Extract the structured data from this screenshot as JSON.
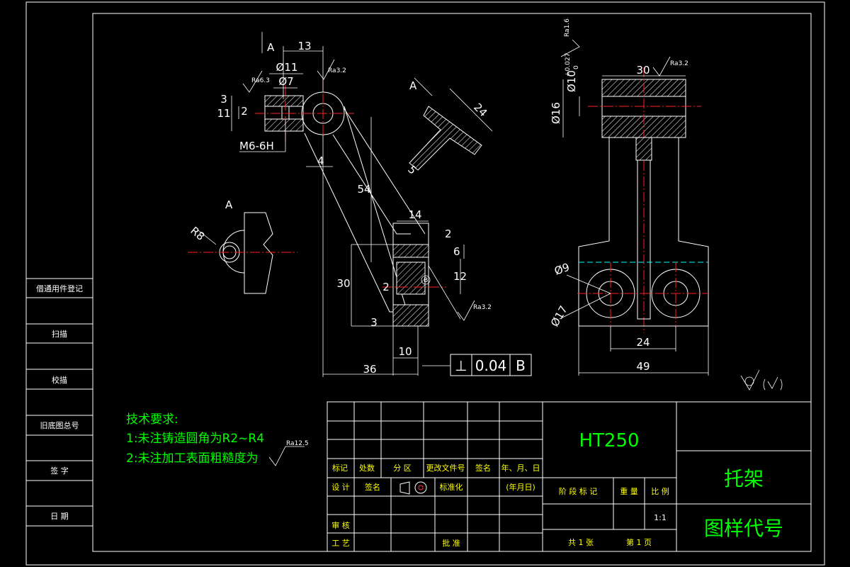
{
  "tech_requirements": {
    "title": "技术要求:",
    "line1": "1:未注铸造圆角为R2~R4",
    "line2": "2:未注加工表面粗糙度为",
    "roughness_note": "Ra12.5"
  },
  "side_labels": [
    "借通用件登记",
    "扫描",
    "校描",
    "旧底图总号",
    "签 字",
    "日 期"
  ],
  "title_block": {
    "material": "HT250",
    "part_name": "托架",
    "drawing_code": "图样代号",
    "scale": "1:1",
    "sheet_total": "共 1 张",
    "sheet_no": "第 1 页",
    "headers": {
      "mark": "标记",
      "count": "处数",
      "zone": "分 区",
      "change_doc": "更改文件号",
      "signature": "签名",
      "date": "年、月、日",
      "design": "设 计",
      "sign2": "签名",
      "standard": "标准化",
      "date2": "(年月日)",
      "stage": "阶 段 标 记",
      "weight": "重 量",
      "scale_label": "比 例",
      "review": "审 核",
      "process": "工 艺",
      "approve": "批 准"
    }
  },
  "views": {
    "section_label_a": "A",
    "view_label_a": "A",
    "section_a_mark": "A"
  },
  "dimensions": {
    "d13": "13",
    "d11dia": "Ø11",
    "d7dia": "Ø7",
    "d3": "3",
    "d11": "11",
    "d2": "2",
    "m6": "M6-6H",
    "d4": "4",
    "d54": "54",
    "d14": "14",
    "d2b": "2",
    "d6": "6",
    "d30": "30",
    "d12": "12",
    "d2c": "2",
    "d3b": "3",
    "d10": "10",
    "d36": "36",
    "d24": "24",
    "d5": "5",
    "r8": "R8",
    "d30top": "30",
    "d10tol": "Ø10",
    "tol_upper": "+0.027",
    "tol_lower": "0",
    "d16dia": "Ø16",
    "d9dia": "Ø9",
    "d17dia": "Ø17",
    "d24b": "24",
    "d49": "49",
    "ra63": "Ra6.3",
    "ra32a": "Ra3.2",
    "ra32b": "Ra3.2",
    "ra32c": "Ra3.2",
    "ra16": "Ra1.6",
    "balloon": "B"
  },
  "tolerance_frame": {
    "symbol": "⊥",
    "value": "0.04",
    "datum": "B"
  }
}
